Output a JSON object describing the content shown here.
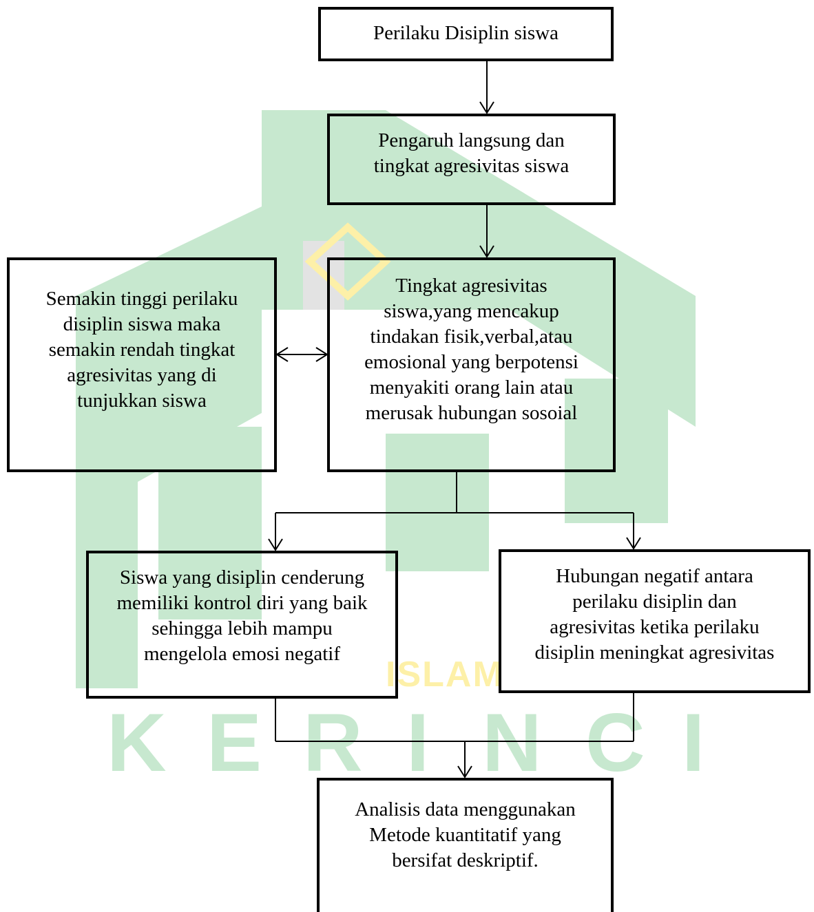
{
  "boxes": {
    "perilaku": {
      "lines": [
        "Perilaku Disiplin siswa"
      ]
    },
    "pengaruh": {
      "lines": [
        "Pengaruh langsung dan",
        "tingkat agresivitas siswa"
      ]
    },
    "semakin": {
      "lines": [
        "Semakin tinggi perilaku",
        "disiplin siswa maka",
        "semakin rendah tingkat",
        "agresivitas yang di",
        "tunjukkan siswa"
      ]
    },
    "tingkat": {
      "lines": [
        "Tingkat agresivitas",
        "siswa,yang mencakup",
        "tindakan fisik,verbal,atau",
        "emosional yang berpotensi",
        "menyakiti orang lain atau",
        "merusak hubungan sosoial"
      ]
    },
    "siswa": {
      "lines": [
        "Siswa yang disiplin cenderung",
        "memiliki kontrol diri yang baik",
        "sehingga lebih mampu",
        "mengelola emosi negatif"
      ]
    },
    "hubungan": {
      "lines": [
        "Hubungan negatif antara",
        "perilaku disiplin dan",
        "agresivitas ketika perilaku",
        "disiplin meningkat agresivitas"
      ]
    },
    "analisis": {
      "lines": [
        "Analisis data menggunakan",
        "Metode kuantitatif yang",
        "bersifat deskriptif."
      ]
    }
  },
  "watermark": {
    "letters": [
      "K",
      "E",
      "R",
      "I",
      "N",
      "C",
      "I"
    ],
    "islam_text": "ISLAM",
    "green": "#c7e8cf",
    "yellow": "#fdf0a8",
    "gray": "#cfcfcf"
  },
  "colors": {
    "border": "#000000",
    "text": "#000000",
    "line": "#000000"
  }
}
